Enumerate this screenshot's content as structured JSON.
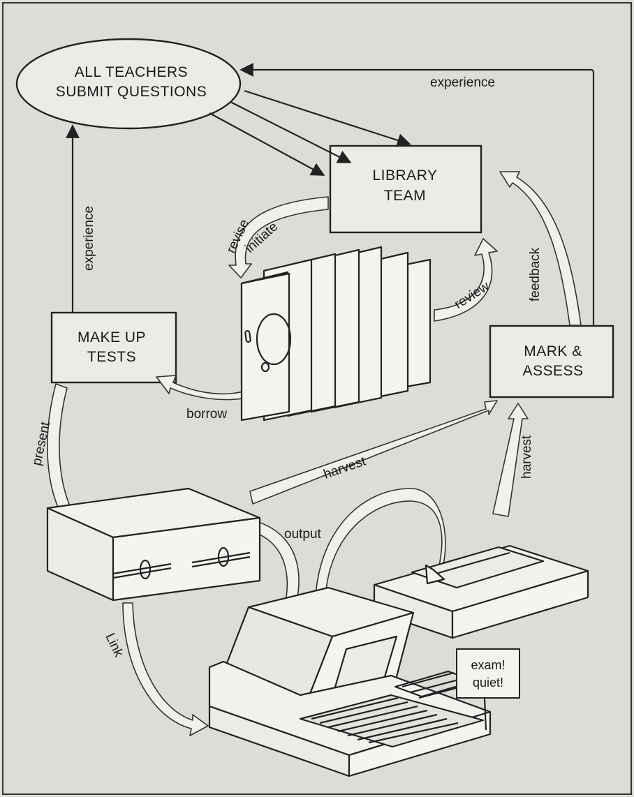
{
  "nodes": {
    "teachers": {
      "line1": "ALL TEACHERS",
      "line2": "SUBMIT QUESTIONS"
    },
    "library": {
      "line1": "LIBRARY",
      "line2": "TEAM"
    },
    "make_up": {
      "line1": "MAKE UP",
      "line2": "TESTS"
    },
    "mark": {
      "line1": "MARK &",
      "line2": "ASSESS"
    }
  },
  "flows": {
    "experience_top": "experience",
    "experience_left": "experience",
    "revise": "revise",
    "initiate": "initiate",
    "review": "review",
    "feedback": "feedback",
    "borrow": "borrow",
    "present": "present",
    "harvest_main": "harvest",
    "harvest_printer": "harvest",
    "output": "output",
    "link": "Link"
  },
  "sign": {
    "line1": "exam!",
    "line2": "quiet!"
  },
  "colors": {
    "background": "#dcdcd8",
    "ink": "#222222",
    "paper": "#ecebe7"
  },
  "icons": [
    "floppy-disk-stack-icon",
    "disk-drive-icon",
    "computer-terminal-icon",
    "printer-icon"
  ]
}
